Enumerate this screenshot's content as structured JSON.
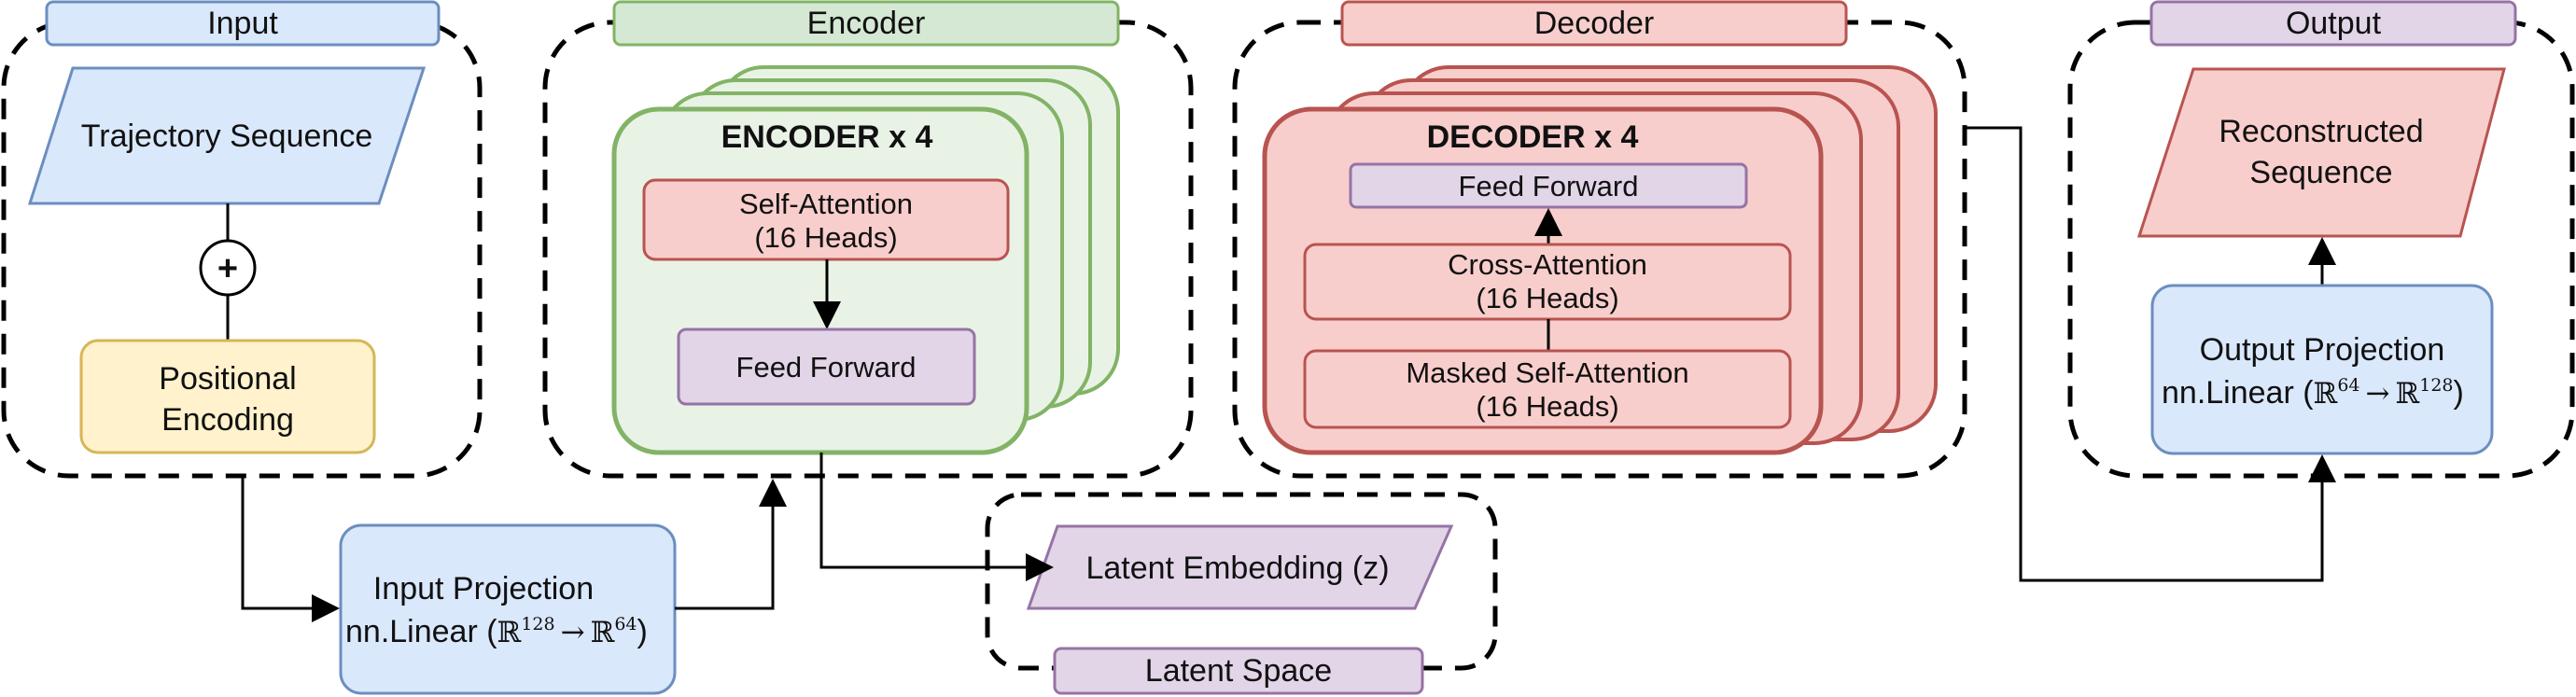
{
  "colors": {
    "blue_fill": "#dae8fc",
    "blue_stroke": "#6c8ebf",
    "green_fill": "#d5e8d4",
    "green_light": "#e8f3e6",
    "green_stroke": "#82b366",
    "red_fill": "#f8cecc",
    "red_stroke": "#b85450",
    "purple_fill": "#e1d5e7",
    "purple_stroke": "#9673a6",
    "yellow_fill": "#fff2cc",
    "yellow_stroke": "#d6b656",
    "dashed": "#000000"
  },
  "input": {
    "header": "Input",
    "trajectory": "Trajectory Sequence",
    "plus_symbol": "+",
    "positional_line1": "Positional",
    "positional_line2": "Encoding"
  },
  "input_projection": {
    "line1": "Input Projection",
    "prefix": "nn.Linear (",
    "from_set": "ℝ",
    "from_dim": "128",
    "arrow": "→",
    "to_set": "ℝ",
    "to_dim": "64",
    "suffix": ")"
  },
  "encoder": {
    "header": "Encoder",
    "title": "ENCODER x 4",
    "self_attention_line1": "Self-Attention",
    "self_attention_line2": "(16 Heads)",
    "feed_forward": "Feed Forward"
  },
  "latent": {
    "embedding": "Latent Embedding (z)",
    "space": "Latent Space"
  },
  "decoder": {
    "header": "Decoder",
    "title": "DECODER x 4",
    "feed_forward": "Feed Forward",
    "cross_attention_line1": "Cross-Attention",
    "cross_attention_line2": "(16 Heads)",
    "masked_line1": "Masked Self-Attention",
    "masked_line2": "(16 Heads)"
  },
  "output": {
    "header": "Output",
    "reconstructed_line1": "Reconstructed",
    "reconstructed_line2": "Sequence",
    "projection_line1": "Output Projection",
    "prefix": "nn.Linear (",
    "from_set": "ℝ",
    "from_dim": "64",
    "arrow": "→",
    "to_set": "ℝ",
    "to_dim": "128",
    "suffix": ")"
  }
}
